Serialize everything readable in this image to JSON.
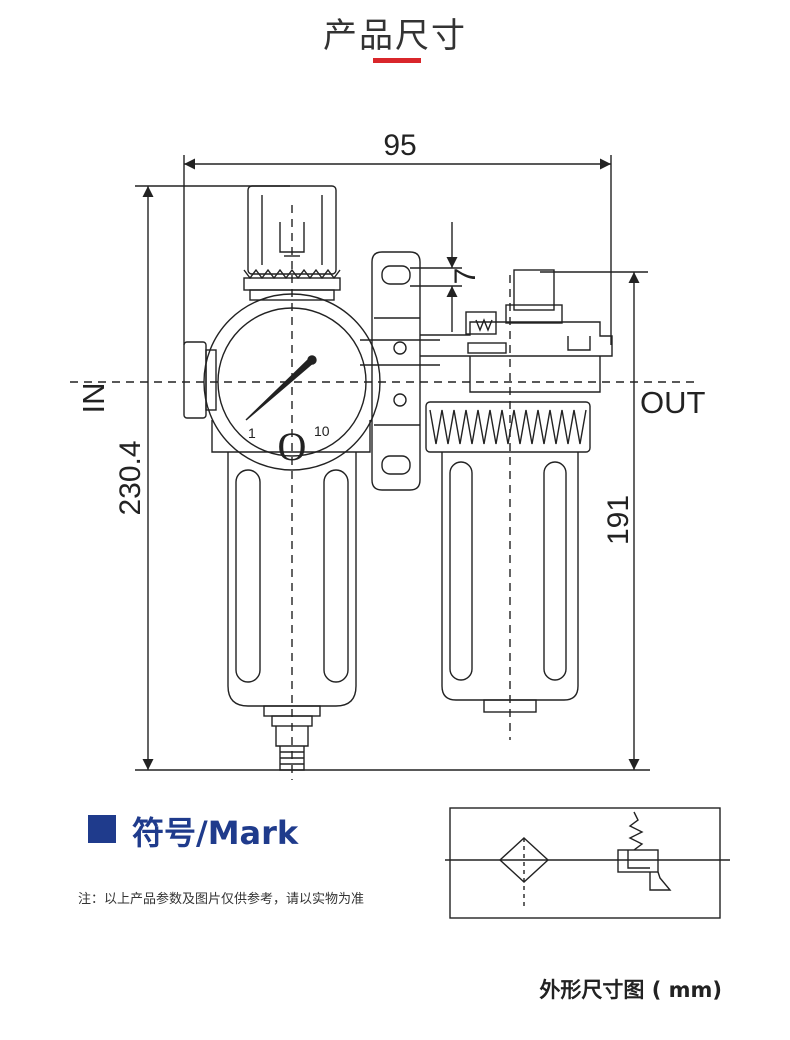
{
  "header": {
    "title": "产品尺寸"
  },
  "dimensions": {
    "width": "95",
    "total_height": "230.4",
    "lubricator_height": "191",
    "bracket_gap": "7"
  },
  "ports": {
    "inlet": "IN",
    "outlet": "OUT"
  },
  "gauge": {
    "min": "1",
    "max": "10",
    "logo": "O"
  },
  "mark_section": {
    "label": "符号/Mark"
  },
  "note": "注：以上产品参数及图片仅供参考，请以实物为准",
  "caption": "外形尺寸图 ( mm)"
}
